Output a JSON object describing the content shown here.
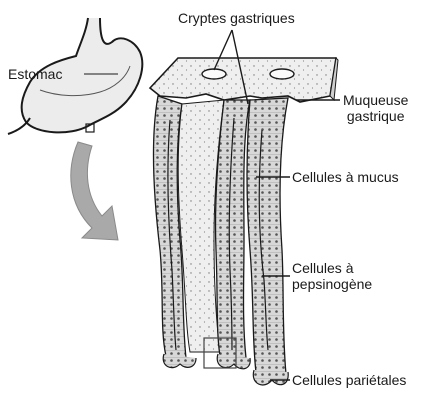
{
  "labels": {
    "cryptes_gastriques": "Cryptes gastriques",
    "estomac": "Estomac",
    "muqueuse_line1": "Muqueuse",
    "muqueuse_line2": "gastrique",
    "cellules_mucus": "Cellules à mucus",
    "cellules_pepsinogene_line1": "Cellules à",
    "cellules_pepsinogene_line2": "pepsinogène",
    "cellules_parietales": "Cellules pariétales"
  },
  "colors": {
    "ink": "#1a1a1a",
    "arrow_gray": "#a9a9a9",
    "tissue_fill": "#dcdcdc",
    "surface_fill": "#e9e9e9"
  }
}
